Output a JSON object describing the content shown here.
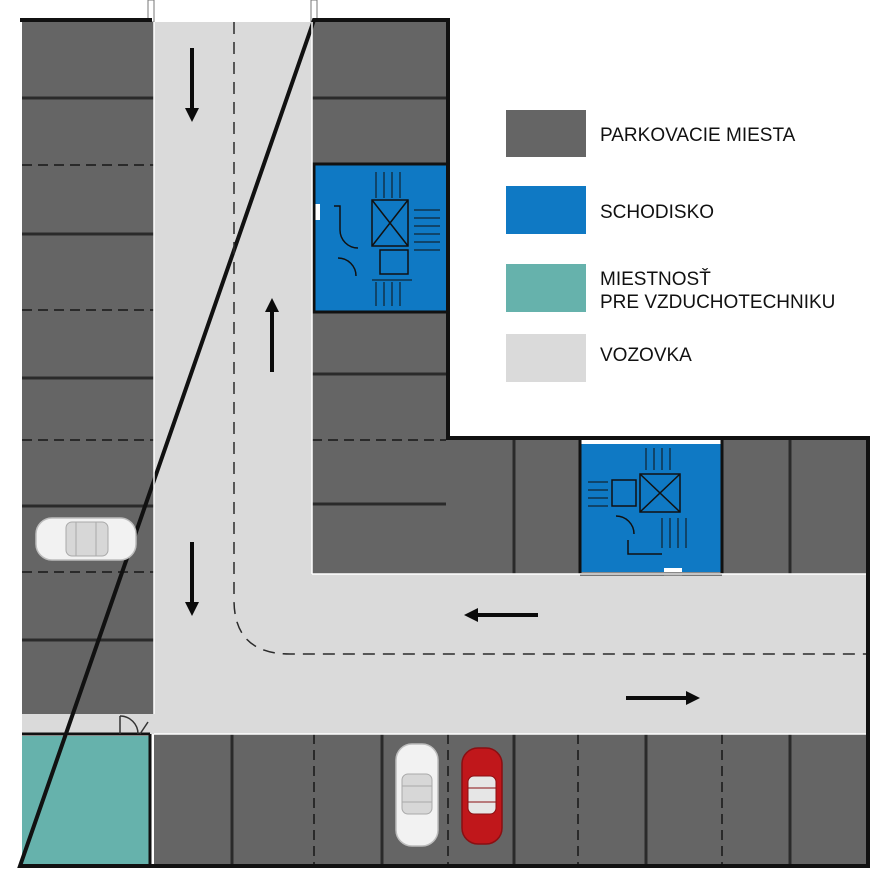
{
  "colors": {
    "parking": "#656565",
    "stairs": "#0f79c4",
    "ventilation": "#66b2ac",
    "road": "#dadada",
    "wall": "#111111",
    "arrow": "#0b0b0b",
    "car_white": "#f2f2f2",
    "car_red": "#c0171b"
  },
  "legend": {
    "parking_label": "PARKOVACIE MIESTA",
    "stairs_label": "SCHODISKO",
    "ventilation_label": "MIESTNOSŤ\nPRE VZDUCHOTECHNIKU",
    "road_label": "VOZOVKA"
  },
  "arrows": [
    {
      "id": "arrow-down-top",
      "direction": "down"
    },
    {
      "id": "arrow-up-middle",
      "direction": "up"
    },
    {
      "id": "arrow-down-lower",
      "direction": "down"
    },
    {
      "id": "arrow-left-corridor",
      "direction": "left"
    },
    {
      "id": "arrow-right-corridor",
      "direction": "right"
    }
  ],
  "icons": {
    "car": "car-icon",
    "door": "door-icon",
    "elevator": "elevator-icon",
    "stairs": "stairs-icon"
  }
}
